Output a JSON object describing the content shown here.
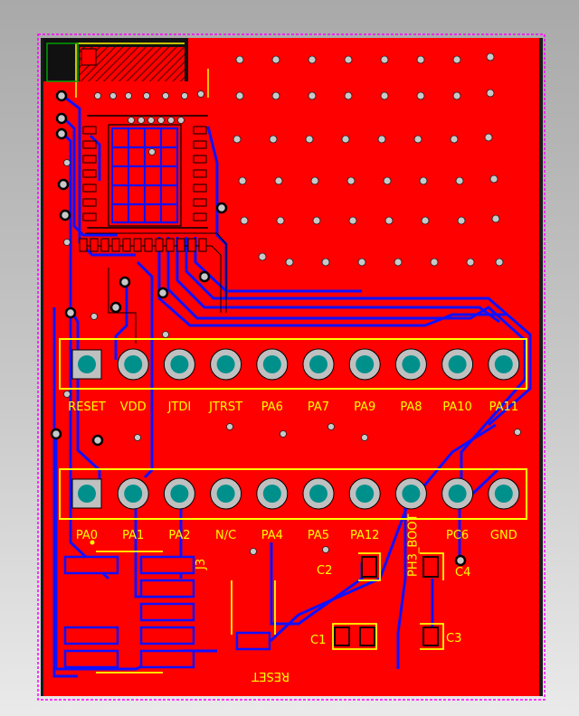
{
  "colors": {
    "top_copper": "#ff0000",
    "bottom_copper": "#1010ff",
    "silkscreen": "#ffff00",
    "pad_ring": "#c0c0c0",
    "pad_hole": "#00908c",
    "board_outline": "#ff00ff",
    "background": "#b4b4b4"
  },
  "top_header": {
    "pins": [
      "RESET",
      "VDD",
      "JTDI",
      "JTRST",
      "PA6",
      "PA7",
      "PA9",
      "PA8",
      "PA10",
      "PA11"
    ]
  },
  "bottom_header": {
    "pins": [
      "PA0",
      "PA1",
      "PA2",
      "N/C",
      "PA4",
      "PA5",
      "PA12",
      "PH3_BOOT",
      "PC6",
      "GND"
    ]
  },
  "components": {
    "j3": "J3",
    "c1": "C1",
    "c2": "C2",
    "c3": "C3",
    "c4": "C4",
    "reset_button": "RESET"
  }
}
